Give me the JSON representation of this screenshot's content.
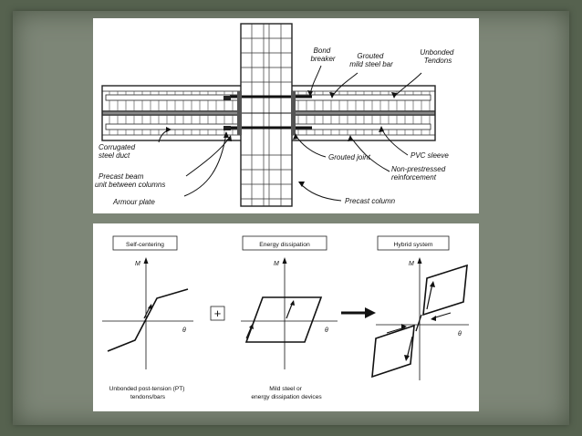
{
  "top_diagram": {
    "labels": {
      "bond_breaker": [
        "Bond",
        "breaker"
      ],
      "grouted_bar": [
        "Grouted",
        "mild steel bar"
      ],
      "unbonded_tendons": [
        "Unbonded",
        "Tendons"
      ],
      "pvc_sleeve": "PVC sleeve",
      "corrugated_duct": [
        "Corrugated",
        "steel duct"
      ],
      "grouted_joint": "Grouted joint",
      "precast_beam": [
        "Precast beam",
        "unit between columns"
      ],
      "non_prestressed": [
        "Non-prestressed",
        "reinforcement"
      ],
      "armour_plate": "Armour plate",
      "precast_column": "Precast column"
    }
  },
  "bottom_diagram": {
    "panels": [
      {
        "title": "Self-centering",
        "y_axis": "M",
        "x_axis": "θ",
        "caption": [
          "Unbonded post-tension (PT)",
          "tendons/bars"
        ]
      },
      {
        "title": "Energy dissipation",
        "y_axis": "M",
        "x_axis": "θ",
        "caption": [
          "Mild steel or",
          "energy dissipation devices"
        ]
      },
      {
        "title": "Hybrid system",
        "y_axis": "M",
        "x_axis": "θ",
        "caption": []
      }
    ],
    "operator_plus": "+"
  }
}
